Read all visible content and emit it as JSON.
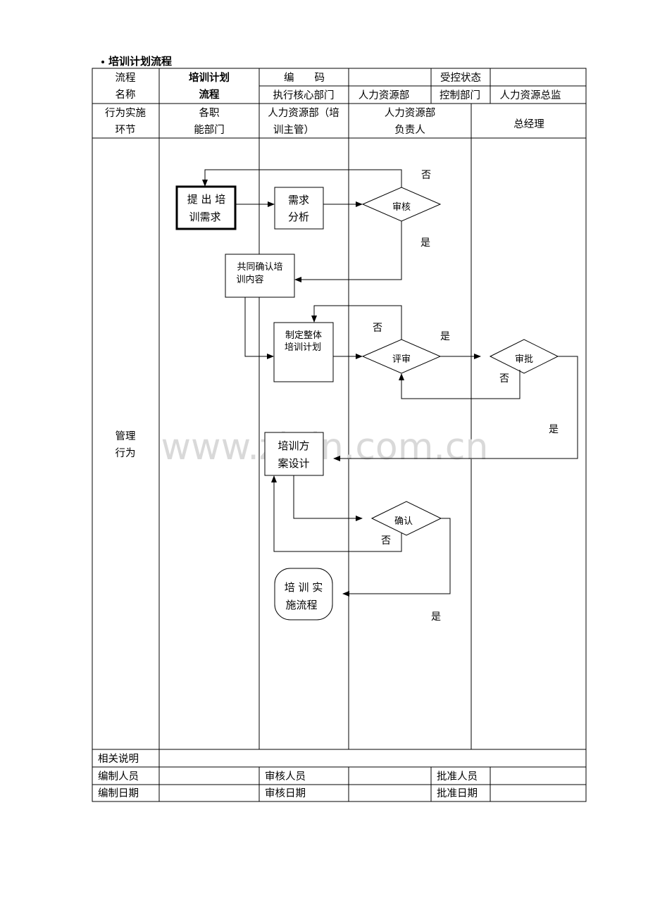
{
  "heading": "培训计划流程",
  "header": {
    "flow_name_label_1": "流程",
    "flow_name_label_2": "名称",
    "flow_name_value_1": "培训计划",
    "flow_name_value_2": "流程",
    "code_label": "编　　码",
    "code_value": "",
    "control_status_label": "受控状态",
    "control_status_value": "",
    "exec_dept_label": "执行核心部门",
    "exec_dept_value": "人力资源部",
    "control_dept_label": "控制部门",
    "control_dept_value": "人力资源总监"
  },
  "lanes": {
    "row_label_1": "行为实施",
    "row_label_2": "环节",
    "lane1_1": "各职",
    "lane1_2": "能部门",
    "lane2_1": "人力资源部（培",
    "lane2_2": "训主管）",
    "lane3_1": "人力资源部",
    "lane3_2": "负责人",
    "lane4": "总经理"
  },
  "mgmt_label_1": "管理",
  "mgmt_label_2": "行为",
  "flow": {
    "n1_1": "提 出 培",
    "n1_2": "训需求",
    "n2_1": "需求",
    "n2_2": "分析",
    "d1": "审核",
    "n3_1": "共同确认培",
    "n3_2": "训内容",
    "n4_1": "制定整体",
    "n4_2": "培训计划",
    "d2": "评审",
    "d3": "审批",
    "n5_1": "培训方",
    "n5_2": "案设计",
    "d4": "确认",
    "n6_1": "培 训 实",
    "n6_2": "施流程",
    "no": "否",
    "yes": "是"
  },
  "watermark": "www.zixin.com.cn",
  "footer": {
    "related_label": "相关说明",
    "related_value": "",
    "editor_label": "编制人员",
    "reviewer_label": "审核人员",
    "approver_label": "批准人员",
    "edit_date_label": "编制日期",
    "review_date_label": "审核日期",
    "approve_date_label": "批准日期"
  }
}
